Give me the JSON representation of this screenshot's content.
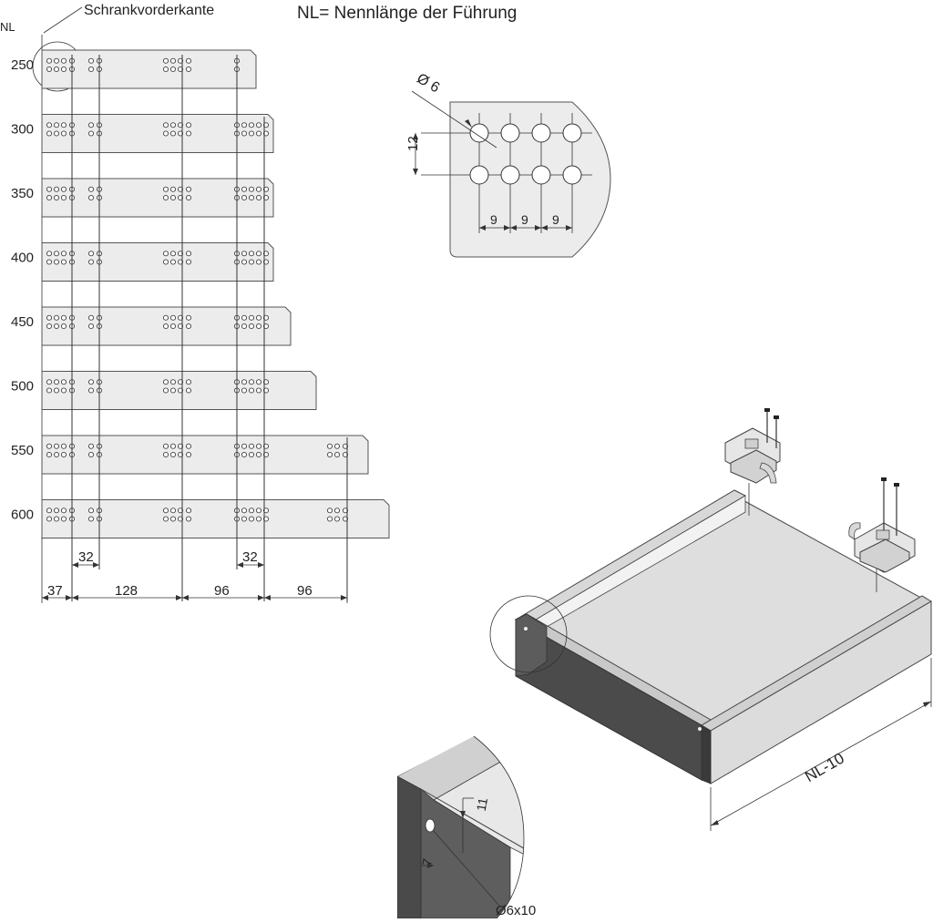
{
  "title": "NL= Nennlänge der Führung",
  "front_edge_label": "Schrankvorderkante",
  "nl_label": "NL",
  "rails": [
    {
      "nl": "250"
    },
    {
      "nl": "300"
    },
    {
      "nl": "350"
    },
    {
      "nl": "400"
    },
    {
      "nl": "450"
    },
    {
      "nl": "500"
    },
    {
      "nl": "550"
    },
    {
      "nl": "600"
    }
  ],
  "rail_dims": {
    "spacing_a": "32",
    "spacing_b": "32",
    "d1": "37",
    "d2": "128",
    "d3": "96",
    "d4": "96"
  },
  "detail": {
    "diameter": "Ø 6",
    "vertical": "12",
    "pitch_1": "9",
    "pitch_2": "9",
    "pitch_3": "9"
  },
  "drawer": {
    "length_label": "NL-10"
  },
  "corner_detail": {
    "dim_11": "11",
    "dim_7": "7",
    "hole_label": "Ø6x10"
  }
}
